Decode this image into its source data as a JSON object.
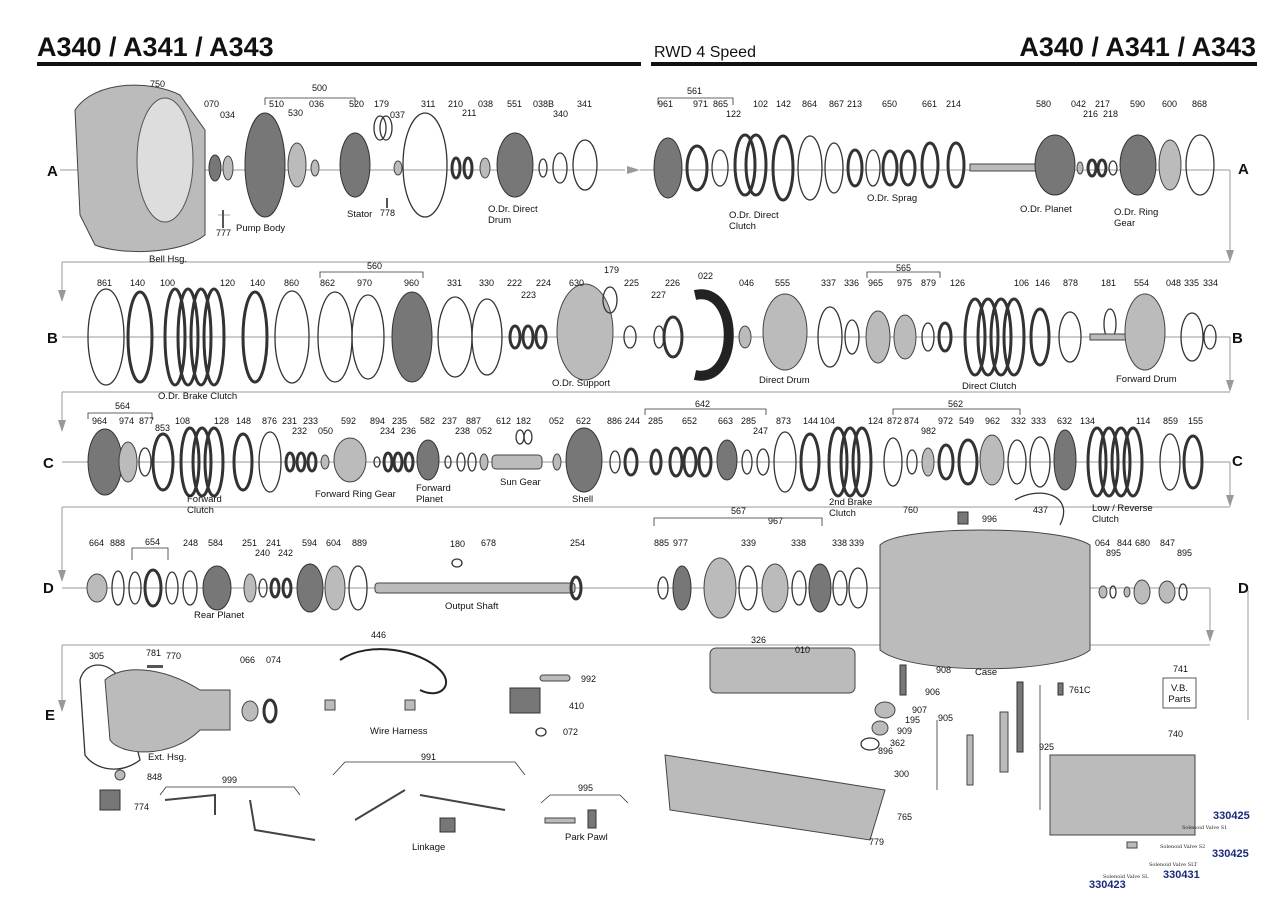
{
  "header": {
    "title_left": "A340 / A341 / A343",
    "subtitle": "RWD 4 Speed",
    "title_right": "A340 / A341 / A343"
  },
  "rows": {
    "a": "A",
    "b": "B",
    "c": "C",
    "d": "D",
    "e": "E"
  },
  "part_numbers": [
    "750",
    "070",
    "034",
    "500",
    "510",
    "530",
    "036",
    "520",
    "179",
    "037",
    "311",
    "210",
    "211",
    "038",
    "551",
    "038B",
    "340",
    "341",
    "561",
    "961",
    "971",
    "865",
    "122",
    "102",
    "142",
    "864",
    "867",
    "213",
    "650",
    "661",
    "214",
    "580",
    "042",
    "216",
    "217",
    "218",
    "590",
    "600",
    "868",
    "777",
    "778",
    "861",
    "140",
    "100",
    "120",
    "140",
    "860",
    "560",
    "862",
    "970",
    "960",
    "331",
    "330",
    "222",
    "223",
    "224",
    "630",
    "179",
    "225",
    "226",
    "227",
    "022",
    "046",
    "555",
    "337",
    "336",
    "565",
    "965",
    "975",
    "879",
    "126",
    "106",
    "146",
    "878",
    "181",
    "554",
    "048",
    "335",
    "334",
    "564",
    "964",
    "974",
    "877",
    "853",
    "108",
    "128",
    "148",
    "876",
    "231",
    "232",
    "233",
    "050",
    "592",
    "894",
    "234",
    "235",
    "236",
    "582",
    "237",
    "238",
    "887",
    "052",
    "612",
    "182",
    "052",
    "622",
    "886",
    "244",
    "642",
    "285",
    "652",
    "663",
    "285",
    "247",
    "873",
    "144",
    "104",
    "124",
    "562",
    "872",
    "874",
    "982",
    "972",
    "549",
    "962",
    "332",
    "333",
    "632",
    "134",
    "114",
    "859",
    "155",
    "664",
    "888",
    "654",
    "248",
    "584",
    "251",
    "240",
    "241",
    "242",
    "594",
    "604",
    "889",
    "180",
    "678",
    "254",
    "567",
    "967",
    "885",
    "977",
    "339",
    "338",
    "338",
    "339",
    "760",
    "996",
    "437",
    "064",
    "895",
    "844",
    "680",
    "847",
    "895",
    "305",
    "781",
    "770",
    "066",
    "074",
    "446",
    "992",
    "410",
    "072",
    "326",
    "010",
    "908",
    "906",
    "907",
    "195",
    "909",
    "362",
    "896",
    "905",
    "300",
    "765",
    "779",
    "761C",
    "741",
    "740",
    "925",
    "848",
    "774",
    "999",
    "991",
    "995"
  ],
  "labels": {
    "bell_hsg": "Bell Hsg.",
    "pump_body": "Pump Body",
    "stator": "Stator",
    "odr_direct_drum": "O.Dr. Direct Drum",
    "odr_direct_clutch": "O.Dr. Direct Clutch",
    "odr_sprag": "O.Dr. Sprag",
    "odr_planet": "O.Dr. Planet",
    "odr_ring_gear": "O.Dr. Ring Gear",
    "odr_brake_clutch": "O.Dr. Brake Clutch",
    "odr_support": "O.Dr. Support",
    "direct_drum": "Direct Drum",
    "direct_clutch": "Direct Clutch",
    "forward_drum": "Forward Drum",
    "forward_clutch": "Forward Clutch",
    "forward_ring_gear": "Forward Ring Gear",
    "forward_planet": "Forward Planet",
    "sun_gear": "Sun Gear",
    "shell": "Shell",
    "second_brake_clutch": "2nd Brake Clutch",
    "low_reverse_clutch": "Low / Reverse Clutch",
    "rear_planet": "Rear Planet",
    "output_shaft": "Output Shaft",
    "case": "Case",
    "ext_hsg": "Ext. Hsg.",
    "wire_harness": "Wire Harness",
    "linkage": "Linkage",
    "park_pawl": "Park Pawl",
    "vb_parts": "V.B. Parts"
  },
  "solenoids": {
    "s1_code": "330425",
    "s1_name": "Solenoid Valve S1",
    "s2_code": "330425",
    "s2_name": "Solenoid Valve S2",
    "sl_code": "330423",
    "sl_name": "Solenoid Valve SL",
    "slt_code": "330431",
    "slt_name": "Solenoid Valve SLT"
  }
}
